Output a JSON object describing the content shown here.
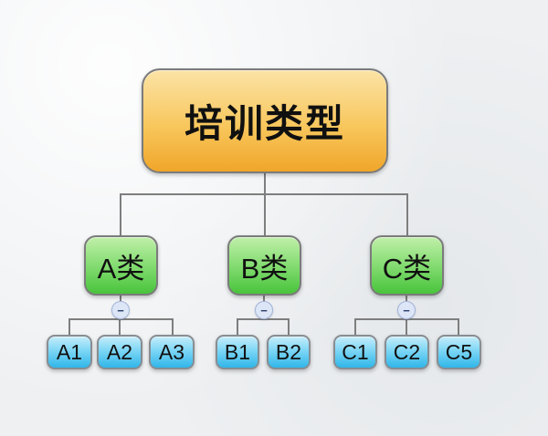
{
  "diagram": {
    "type": "tree-org-chart",
    "root": {
      "label": "培训类型"
    },
    "branches": [
      {
        "label": "A类",
        "toggle_state": "collapsed-control-minus",
        "children": [
          {
            "label": "A1"
          },
          {
            "label": "A2"
          },
          {
            "label": "A3"
          }
        ]
      },
      {
        "label": "B类",
        "toggle_state": "collapsed-control-minus",
        "children": [
          {
            "label": "B1"
          },
          {
            "label": "B2"
          }
        ]
      },
      {
        "label": "C类",
        "toggle_state": "collapsed-control-minus",
        "children": [
          {
            "label": "C1"
          },
          {
            "label": "C2"
          },
          {
            "label": "C5"
          }
        ]
      }
    ],
    "collapse_glyph": "−",
    "colors": {
      "root_node_top": "#fbe3a6",
      "root_node_bottom": "#f0a62a",
      "category_node_top": "#c0efa9",
      "category_node_bottom": "#49c43c",
      "leaf_node_top": "#c6edfb",
      "leaf_node_bottom": "#30b6e9",
      "node_border": "#7b7b7b",
      "connector_line": "#7e7e7e",
      "toggle_fill": "#dde6f7",
      "toggle_border": "#a3b5da",
      "background": "#eef0f2",
      "text": "#101010"
    }
  }
}
